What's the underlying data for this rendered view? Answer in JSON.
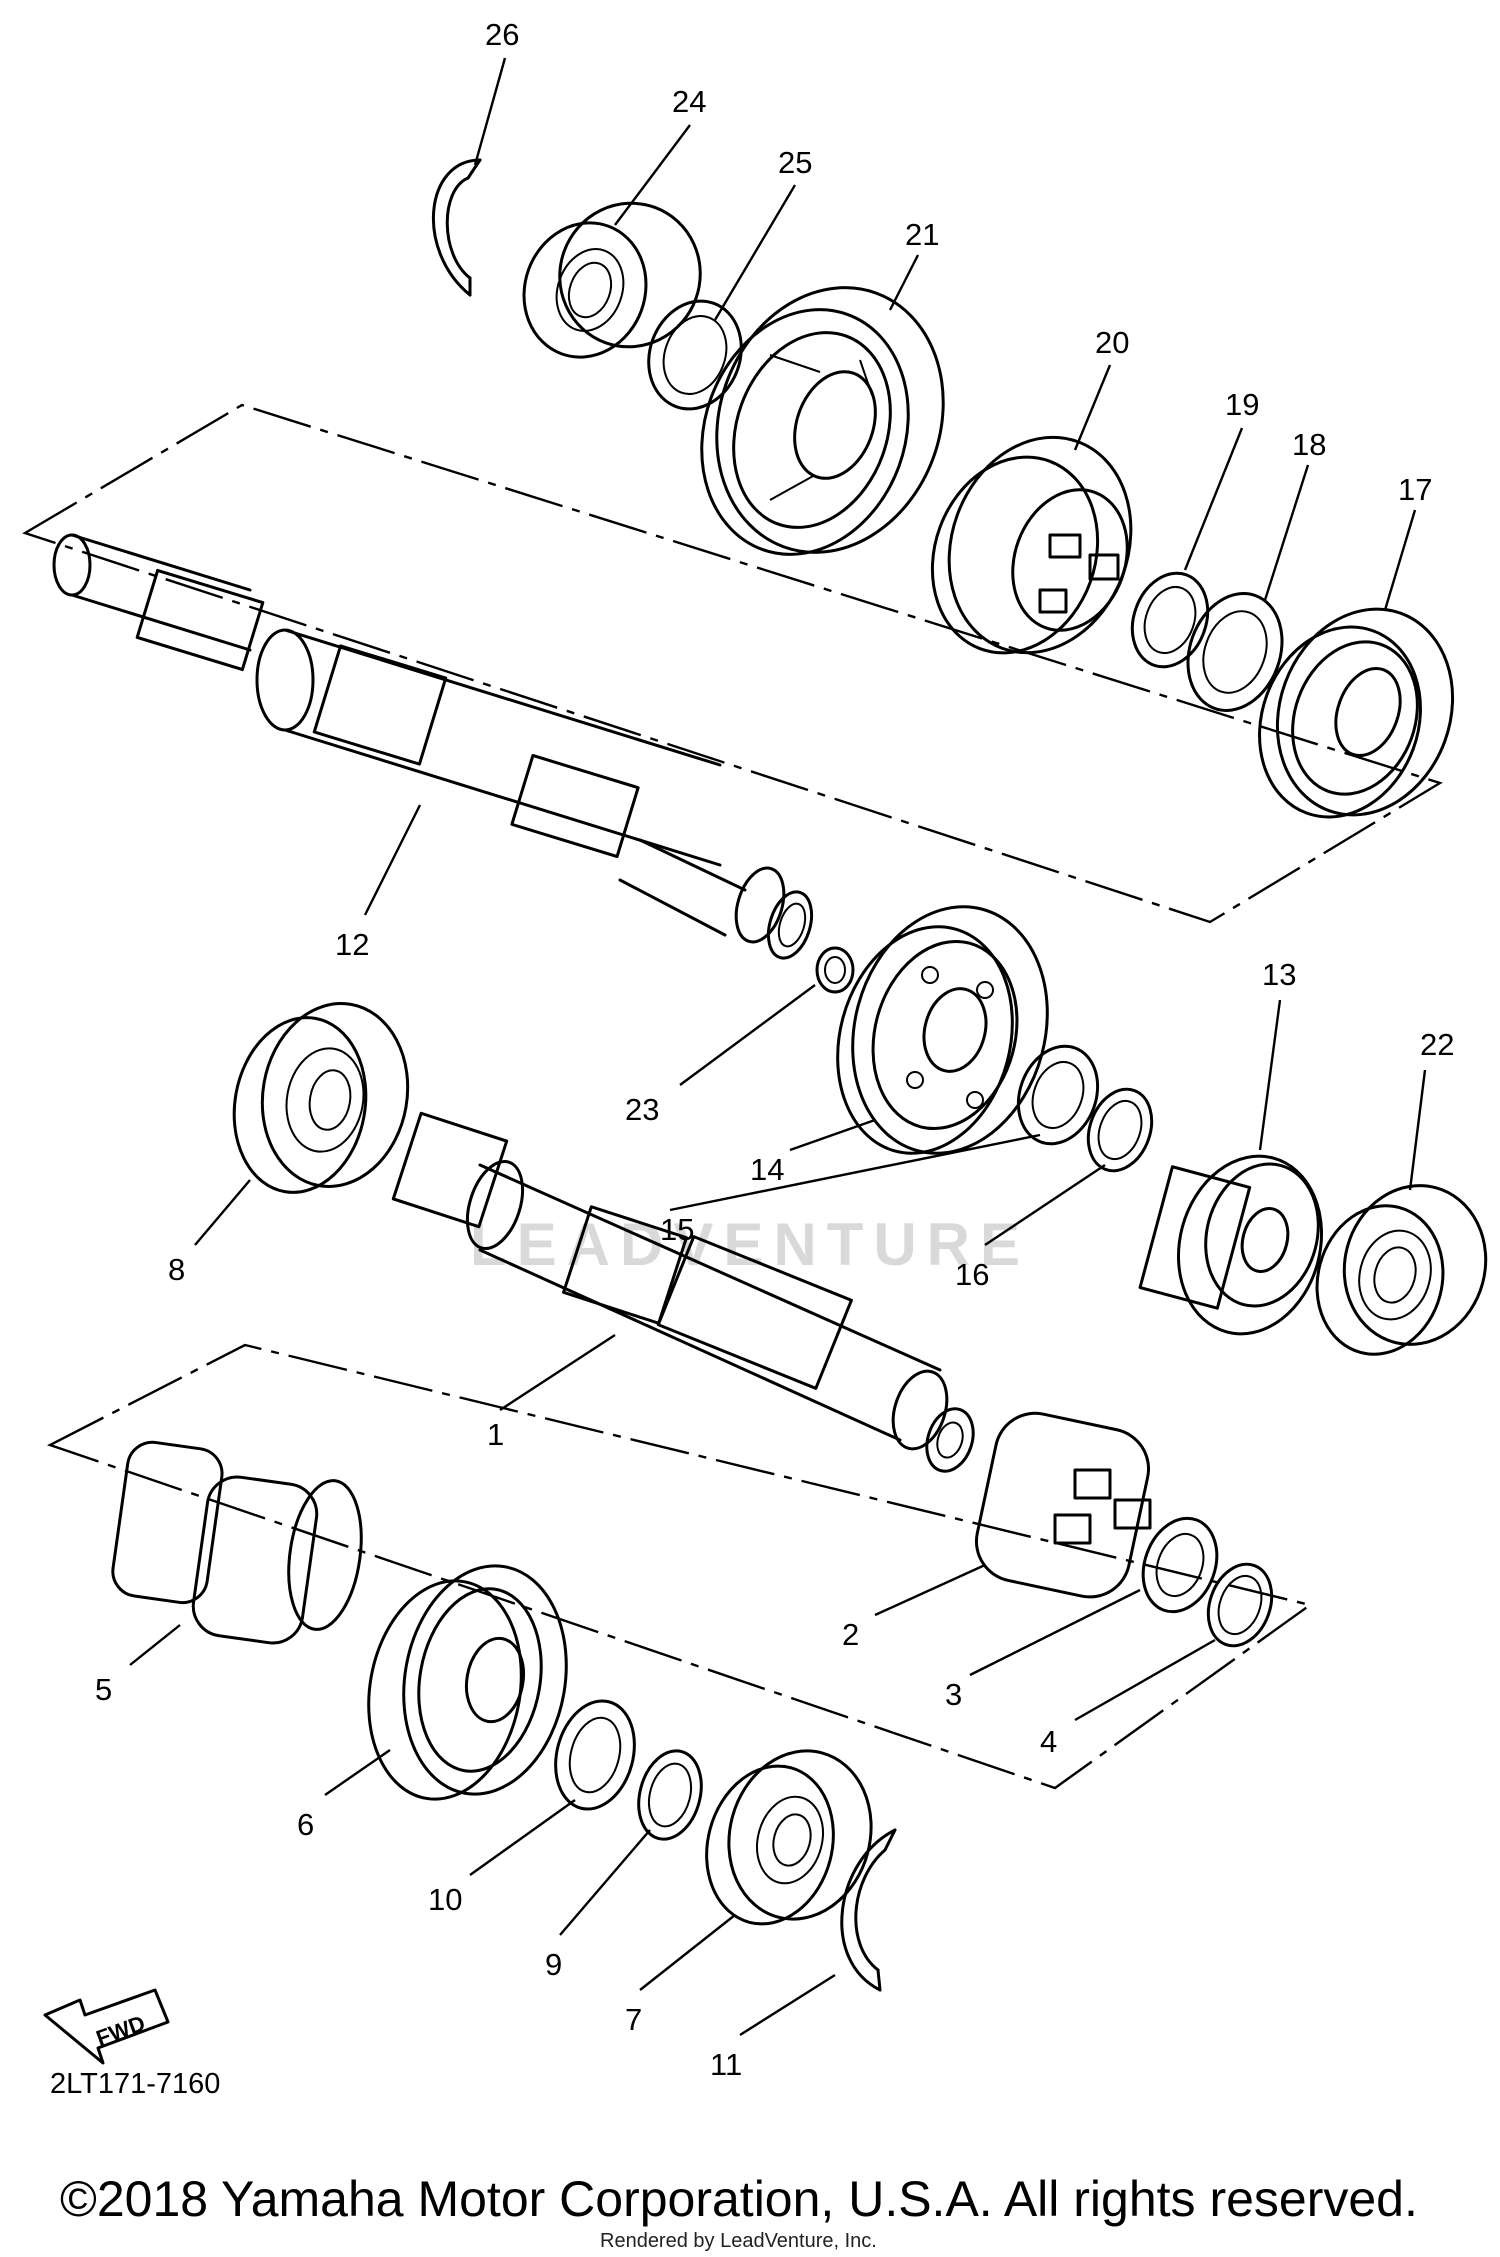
{
  "diagram": {
    "part_numbers": [
      "1",
      "2",
      "3",
      "4",
      "5",
      "6",
      "7",
      "8",
      "9",
      "10",
      "11",
      "12",
      "13",
      "14",
      "15",
      "16",
      "17",
      "18",
      "19",
      "20",
      "21",
      "22",
      "23",
      "24",
      "25",
      "26"
    ],
    "fwd_arrow_label": "FWD",
    "diagram_code": "2LT171-7160",
    "watermark_text": "LEADVENTURE"
  },
  "footer": {
    "copyright": "©2018 Yamaha Motor Corporation, U.S.A. All rights reserved.",
    "rendered_by": "Rendered by LeadVenture, Inc."
  }
}
